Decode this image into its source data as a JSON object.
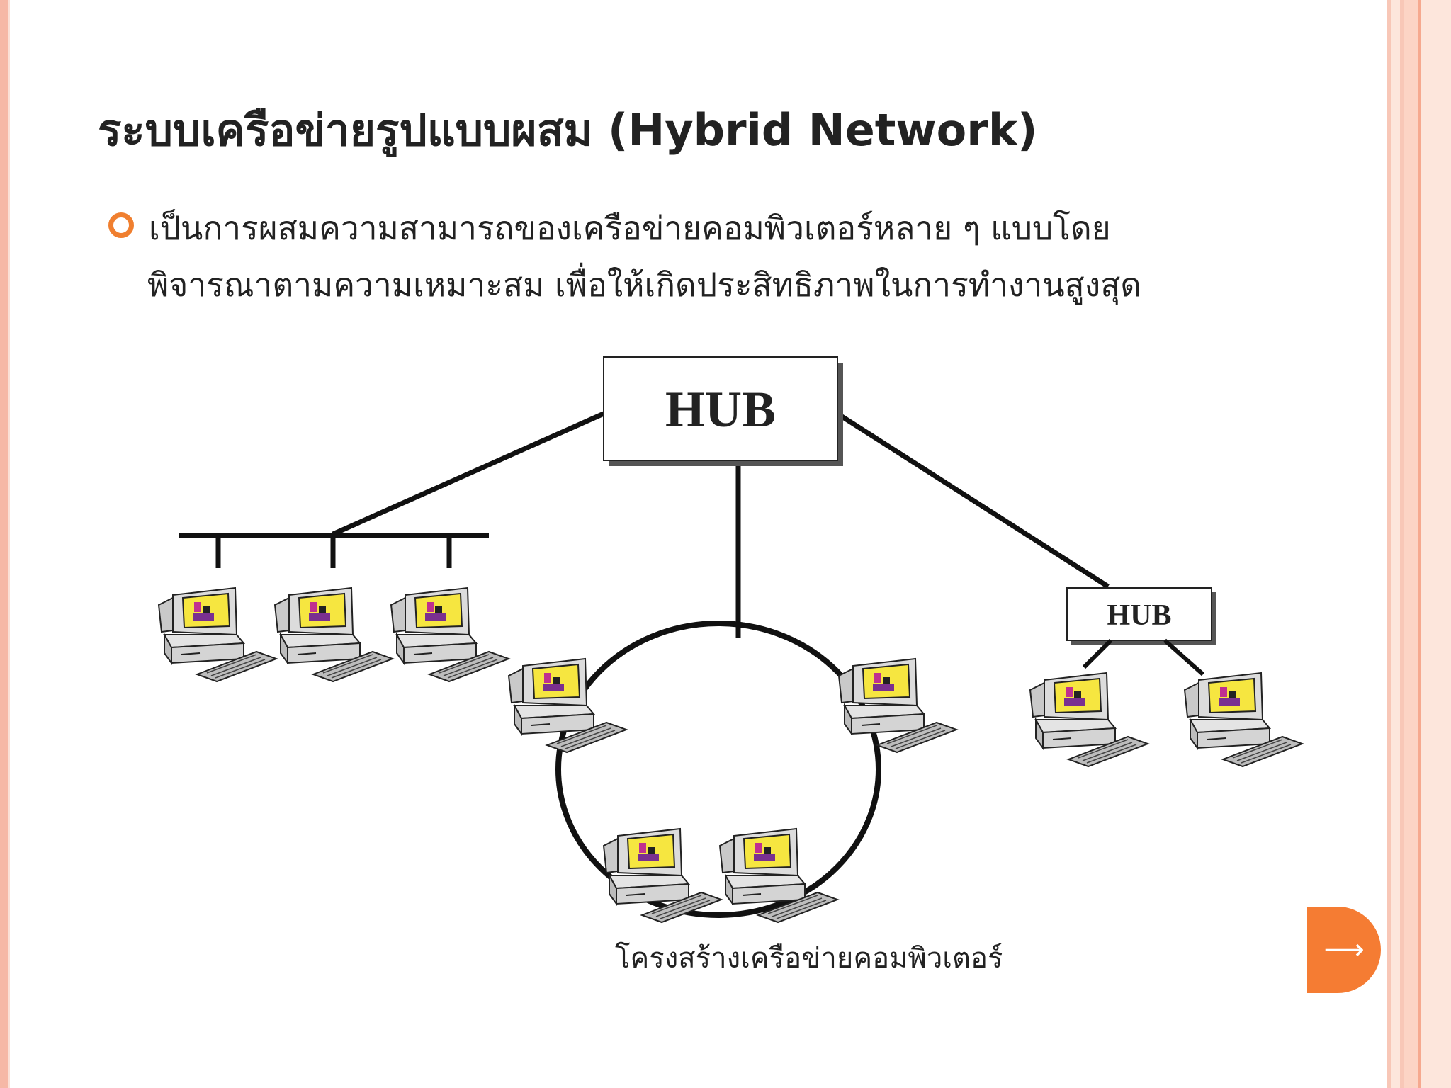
{
  "slide": {
    "title": "ระบบเครือข่ายรูปแบบผสม (Hybrid Network)",
    "bullet": {
      "line1": "เป็นการผสมความสามารถของเครือข่ายคอมพิวเตอร์หลาย ๆ  แบบโดย",
      "line2": "พิจารณาตามความเหมาะสม เพื่อให้เกิดประสิทธิภาพในการทำงานสูงสุด"
    }
  },
  "diagram": {
    "main_hub_label": "HUB",
    "sub_hub_label": "HUB",
    "caption": "โครงสร้างเครือข่ายคอมพิวเตอร์",
    "computer_icon": "desktop-computer-icon"
  },
  "navigation": {
    "next_icon": "arrow-right-icon",
    "next_glyph": "⟶"
  },
  "colors": {
    "accent": "#f57c33",
    "border": "#f6b8a6",
    "text": "#222222"
  }
}
